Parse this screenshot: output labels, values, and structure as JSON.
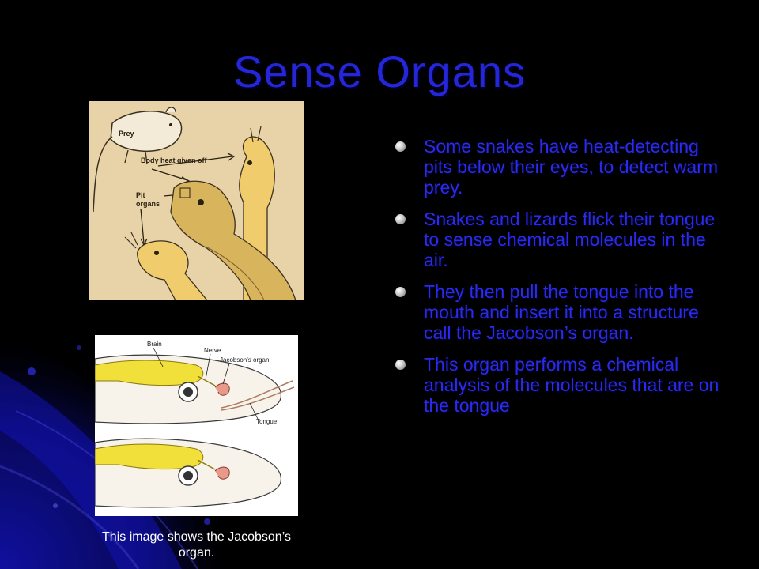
{
  "slide": {
    "title": "Sense Organs",
    "bullets": [
      "Some snakes have heat-detecting pits below their eyes, to detect warm prey.",
      "Snakes and lizards flick their tongue to sense chemical molecules in the air.",
      "They then pull the tongue into the mouth and insert it into a structure call the Jacobson’s organ.",
      "This organ performs a chemical analysis of the molecules that are on the tongue"
    ],
    "caption": "This image shows the Jacobson’s organ.",
    "figure_pit": {
      "labels": {
        "prey": "Prey",
        "body_heat": "Body heat given off",
        "pit_line1": "Pit",
        "pit_line2": "organs"
      }
    },
    "figure_jacobson": {
      "labels": {
        "brain": "Brain",
        "nerve": "Nerve",
        "jacobson": "Jacobson's organ",
        "tongue": "Tongue"
      }
    }
  },
  "colors": {
    "title": "#2626d9",
    "bullet_text": "#2b2bea",
    "caption": "#ffffff",
    "background": "#000000",
    "accent_blue": "#1a1aa8"
  }
}
